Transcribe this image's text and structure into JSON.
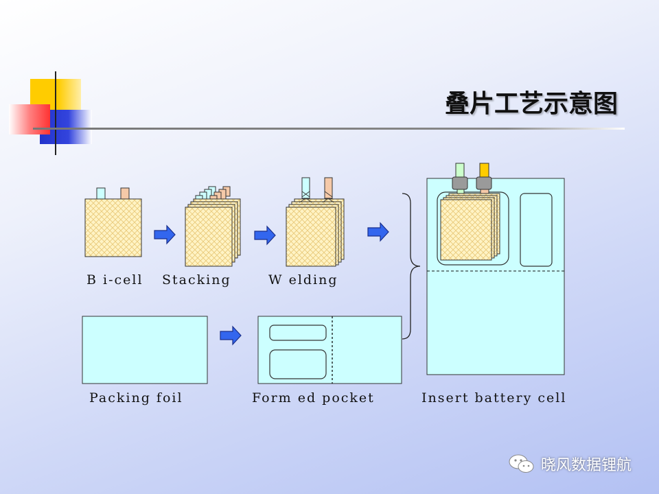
{
  "slide": {
    "title": "叠片工艺示意图",
    "colors": {
      "cell_fill": "#fff3c4",
      "foil_fill": "#ccffff",
      "arrow_fill": "#3366ee",
      "tab_cyan": "#ccffff",
      "tab_orange": "#f5c9a8",
      "tab_green": "#ccffcc",
      "tab_gold": "#ffcc00"
    }
  },
  "labels": {
    "bicell": "B i-cell",
    "stacking": "Stacking",
    "welding": "W elding",
    "packing_foil": "Packing foil",
    "formed_pocket": "Form ed pocket",
    "insert_battery_cell": "Insert battery cell"
  },
  "icons": {
    "arrow": "right-arrow-icon",
    "brace": "right-brace-icon",
    "watermark": "wechat-icon"
  },
  "watermark": {
    "text": "晓风数据锂航"
  }
}
